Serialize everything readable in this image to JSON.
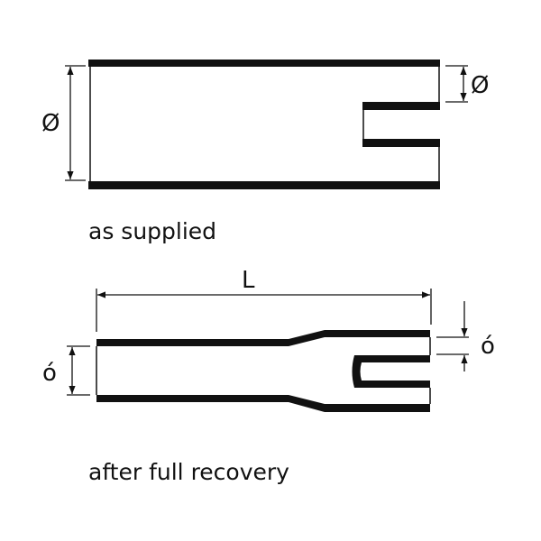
{
  "labels": {
    "supplied": "as supplied",
    "recovered": "after full recovery",
    "length": "L",
    "supplied_outer_diameter": "Ø",
    "supplied_inner_diameter": "Ø",
    "recovered_outer_diameter": "ó",
    "recovered_inner_diameter": "ó"
  }
}
